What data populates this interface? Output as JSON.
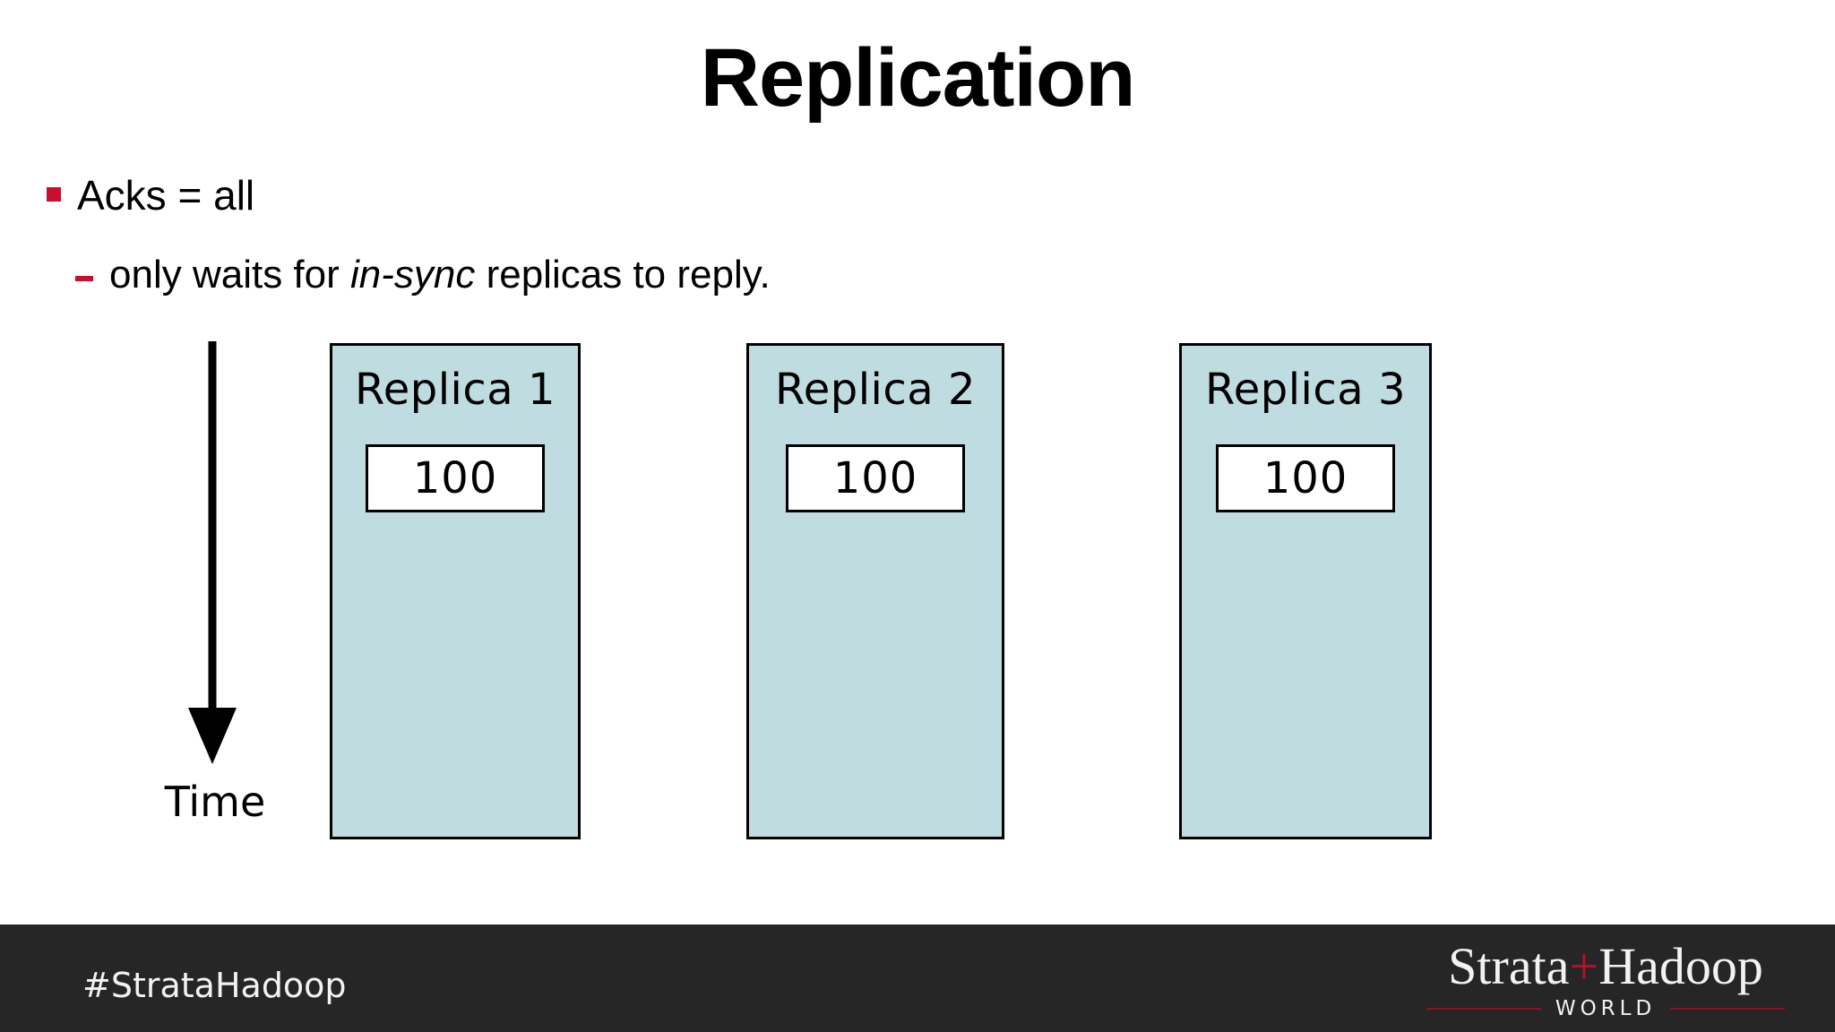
{
  "slide": {
    "title": "Replication",
    "background_color": "#ffffff"
  },
  "bullets": {
    "level1": {
      "text": "Acks = all",
      "marker_color": "#c8102e"
    },
    "level2": {
      "text_before": "only waits for ",
      "emphasis": "in-sync",
      "text_after": " replicas to reply.",
      "marker_color": "#c8102e"
    }
  },
  "diagram": {
    "time_axis": {
      "label": "Time",
      "direction": "down",
      "arrow_icon": "down-arrow-icon"
    },
    "box_fill_color": "#bfdde0",
    "box_border_color": "#000000",
    "replicas": [
      {
        "label": "Replica 1",
        "value": "100"
      },
      {
        "label": "Replica 2",
        "value": "100"
      },
      {
        "label": "Replica 3",
        "value": "100"
      }
    ]
  },
  "footer": {
    "background_color": "#262626",
    "hashtag": "#StrataHadoop",
    "logo": {
      "name_part1": "Strata",
      "plus": "+",
      "name_part2": "Hadoop",
      "subtitle": "WORLD",
      "plus_color": "#b3122b",
      "rule_color": "#8c1028"
    }
  }
}
